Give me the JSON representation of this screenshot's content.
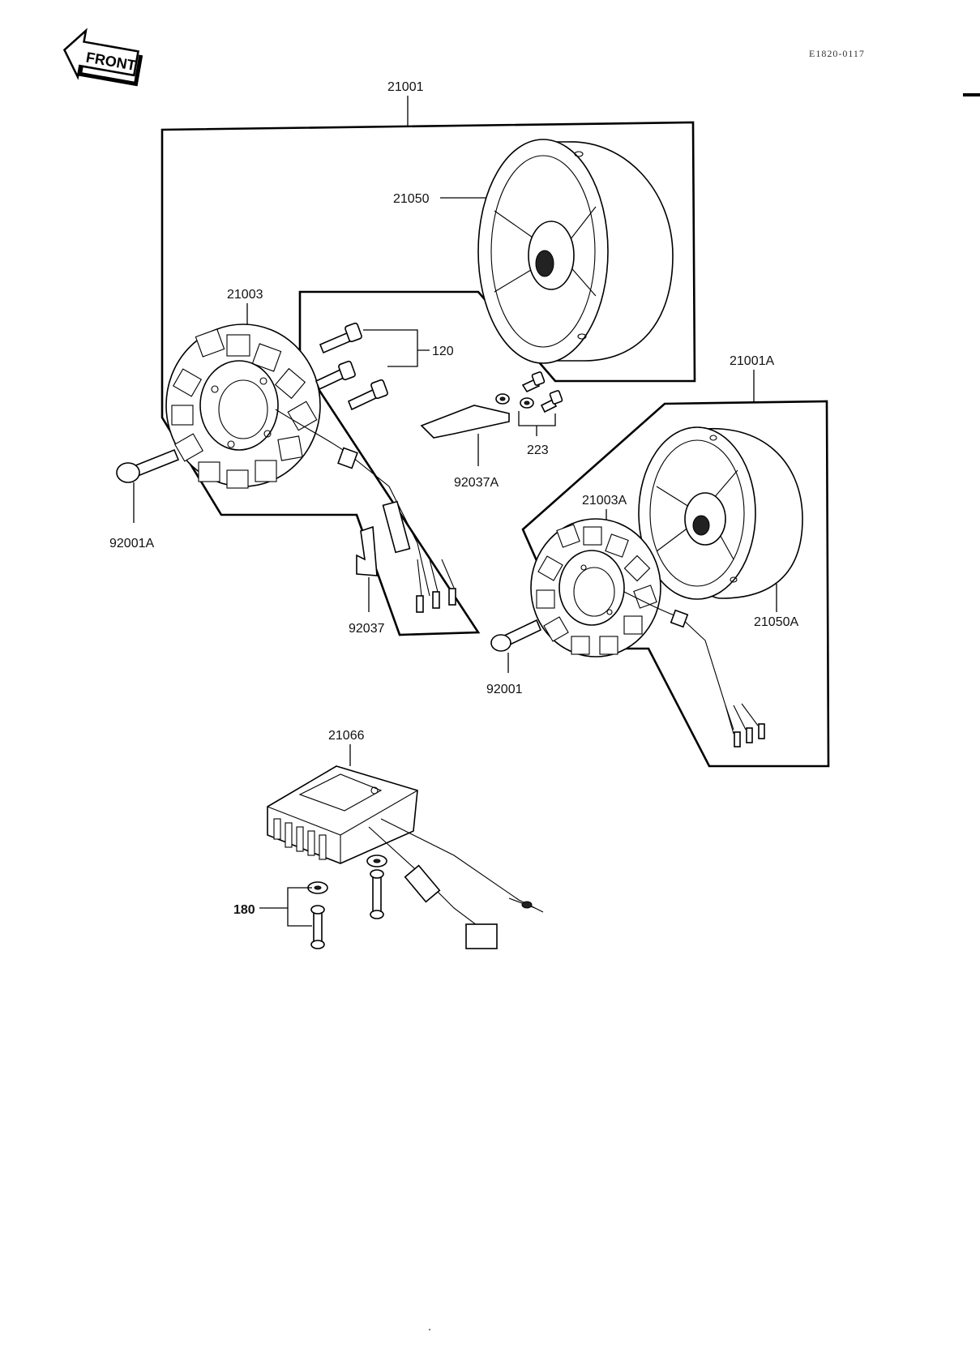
{
  "header": {
    "front_label": "FRONT",
    "diagram_code": "E1820-0117"
  },
  "callouts": {
    "assembly_main": "21001",
    "flywheel": "21050",
    "stator": "21003",
    "bolts": "120",
    "clamp_a": "92037A",
    "washers": "223",
    "bolt_a": "92001A",
    "clamp": "92037",
    "assembly_alt": "21001A",
    "stator_alt": "21003A",
    "flywheel_alt": "21050A",
    "bolt": "92001",
    "regulator": "21066",
    "reg_bolts": "180"
  }
}
